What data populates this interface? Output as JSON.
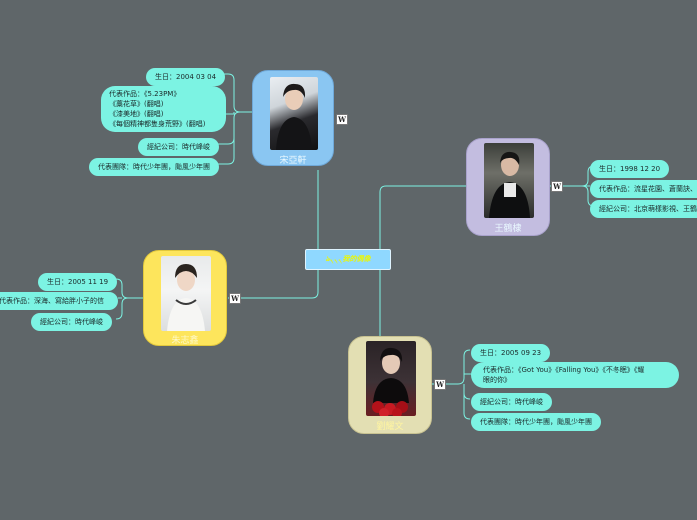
{
  "center_topic": "ঌ৲৲৲我的偶像",
  "colors": {
    "background": "#5f6669",
    "pill": "#7cf3e3",
    "connector": "#7cf3e3",
    "card_blue": "#8ac6f2",
    "card_purple": "#c3bde0",
    "card_yellow": "#fde55c",
    "card_pale_yellow": "#e3dfb3",
    "center_fill": "#8fd8ff"
  },
  "people": {
    "song": {
      "name": "宋亞軒",
      "birthday": "生日：2004 03 04",
      "works": [
        "代表作品：《5.23PM》",
        "《藁花草》(翻唱)",
        "《漆美地》(翻唱)",
        "《每個精神都隻身荒野》(翻唱)"
      ],
      "agency": "經紀公司：時代峰峻",
      "groups": "代表團隊：時代少年團，颱風少年團",
      "icon": "wikipedia-icon"
    },
    "wang": {
      "name": "王鶴棣",
      "birthday": "生日：1998  12 20",
      "works": "代表作品：流星花園、蒼蘭訣、",
      "agency": "經紀公司：北京萌樣影視、王鶴",
      "icon": "wikipedia-icon"
    },
    "zhu": {
      "name": "朱志鑫",
      "birthday": "生日：2005 11 19",
      "works": "代表作品：深海、寫給胖小子的信",
      "agency": "經紀公司：時代峰峻",
      "icon": "wikipedia-icon"
    },
    "liu": {
      "name": "劉耀文",
      "birthday": "生日：2005 09 23",
      "works": [
        "代表作品：《Got You》《Falling  You》《不冬眠》《耀",
        "眼的你》"
      ],
      "agency": "經紀公司：時代峰峻",
      "groups": "代表團隊：時代少年團，颱風少年團",
      "icon": "wikipedia-icon"
    }
  }
}
